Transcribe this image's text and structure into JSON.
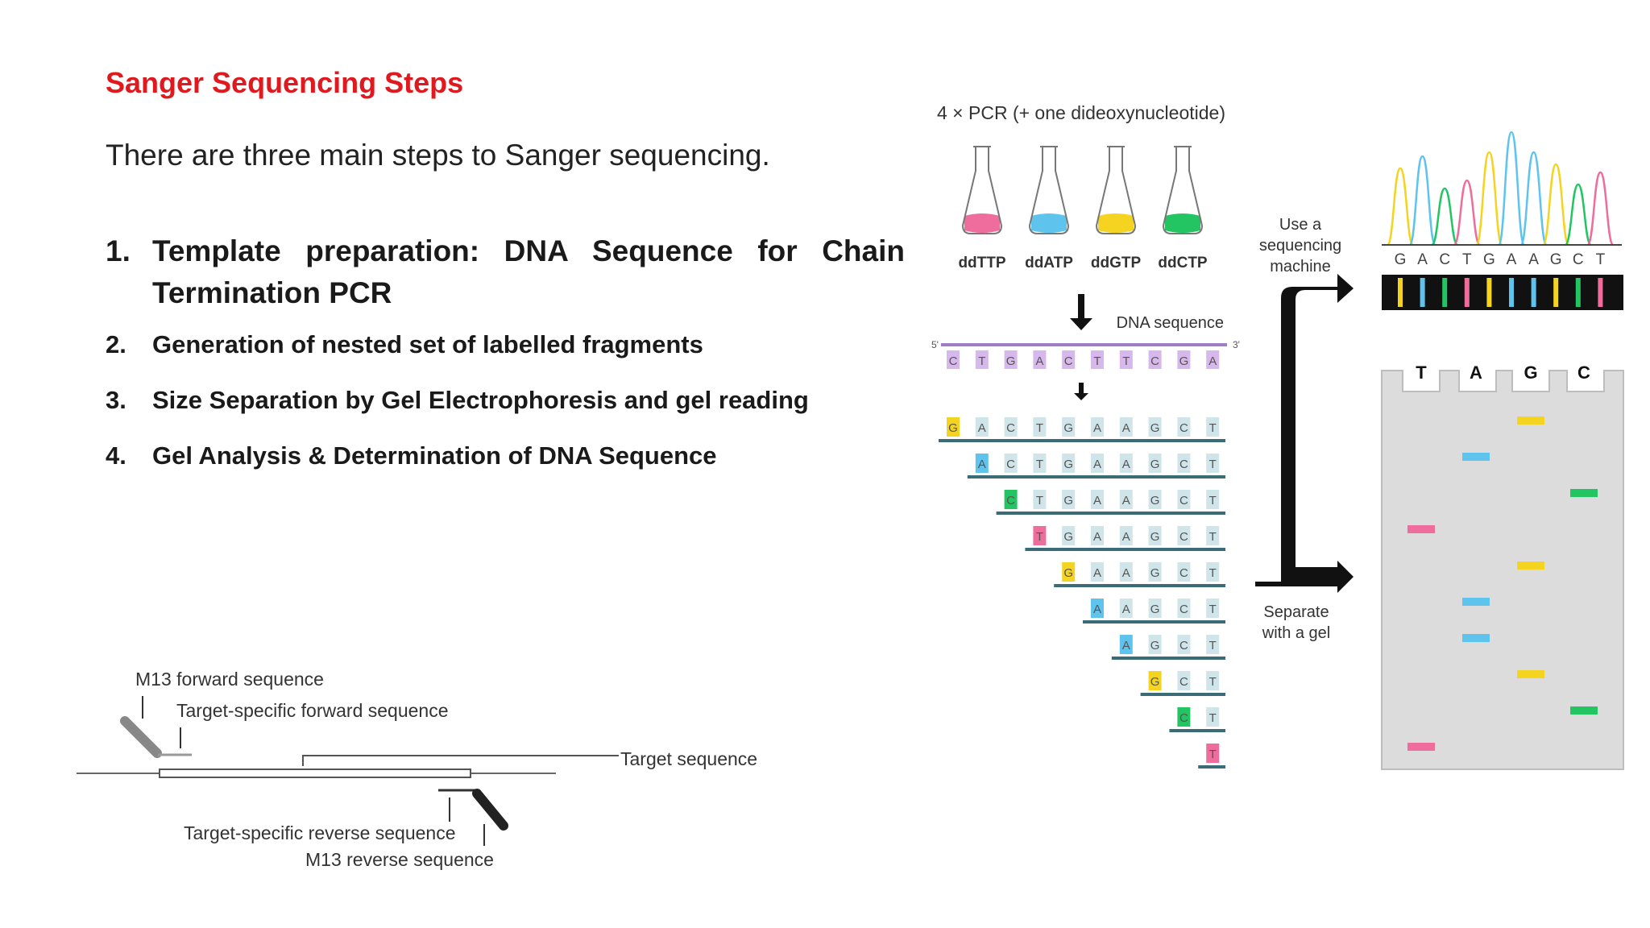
{
  "slide": {
    "title": "Sanger Sequencing Steps",
    "intro": "There are three main steps to Sanger sequencing.",
    "steps": [
      {
        "num": "1.",
        "text": "Template preparation: DNA Sequence for Chain Termination PCR"
      },
      {
        "num": "2.",
        "text": "Generation of nested set of labelled fragments"
      },
      {
        "num": "3.",
        "text": "Size Separation by Gel Electrophoresis and gel reading"
      },
      {
        "num": "4.",
        "text": "Gel Analysis & Determination of DNA Sequence"
      }
    ]
  },
  "primer_diagram": {
    "m13_forward": "M13 forward sequence",
    "target_forward": "Target-specific forward sequence",
    "target_sequence": "Target sequence",
    "target_reverse": "Target-specific reverse sequence",
    "m13_reverse": "M13 reverse sequence"
  },
  "sanger_diagram": {
    "pcr_title": "4 × PCR (+ one dideoxynucleotide)",
    "flasks": [
      {
        "label": "ddTTP",
        "color": "#ee6d9c"
      },
      {
        "label": "ddATP",
        "color": "#5ec4ee"
      },
      {
        "label": "ddGTP",
        "color": "#f4d421"
      },
      {
        "label": "ddCTP",
        "color": "#22c562"
      }
    ],
    "dna_label": "DNA sequence",
    "five_prime": "5'",
    "three_prime": "3'",
    "template_bases": [
      "C",
      "T",
      "G",
      "A",
      "C",
      "T",
      "T",
      "C",
      "G",
      "A"
    ],
    "fragment_bases": [
      "G",
      "A",
      "C",
      "T",
      "G",
      "A",
      "A",
      "G",
      "C",
      "T"
    ],
    "use_machine": [
      "Use a",
      "sequencing",
      "machine"
    ],
    "separate_gel": [
      "Separate",
      "with a gel"
    ],
    "chromatogram_bases": [
      "G",
      "A",
      "C",
      "T",
      "G",
      "A",
      "A",
      "G",
      "C",
      "T"
    ],
    "gel_lanes": [
      "T",
      "A",
      "G",
      "C"
    ],
    "gel_bands": [
      {
        "lane": "G",
        "rank": 1
      },
      {
        "lane": "A",
        "rank": 2
      },
      {
        "lane": "C",
        "rank": 3
      },
      {
        "lane": "T",
        "rank": 4
      },
      {
        "lane": "G",
        "rank": 5
      },
      {
        "lane": "A",
        "rank": 6
      },
      {
        "lane": "A",
        "rank": 7
      },
      {
        "lane": "G",
        "rank": 8
      },
      {
        "lane": "C",
        "rank": 9
      },
      {
        "lane": "T",
        "rank": 10
      }
    ],
    "base_colors": {
      "A": "#5ec4ee",
      "C": "#22c562",
      "G": "#f4d421",
      "T": "#ee6d9c"
    },
    "tile_color": "#cfe5ea",
    "template_tile_color": "#d7b8ec"
  }
}
